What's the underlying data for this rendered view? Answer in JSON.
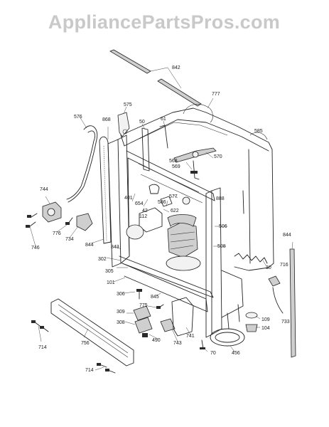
{
  "watermark": "AppliancePartsPros.com",
  "callouts": [
    "842",
    "777",
    "575",
    "576",
    "868",
    "50",
    "61",
    "585",
    "570",
    "568",
    "569",
    "744",
    "401",
    "654",
    "577",
    "586",
    "622",
    "42",
    "112",
    "888",
    "746",
    "776",
    "734",
    "844",
    "843",
    "302",
    "506",
    "508",
    "844",
    "305",
    "30",
    "716",
    "101",
    "306",
    "845",
    "775",
    "309",
    "109",
    "104",
    "308",
    "490",
    "733",
    "714",
    "756",
    "743",
    "741",
    "70",
    "456",
    "714"
  ]
}
